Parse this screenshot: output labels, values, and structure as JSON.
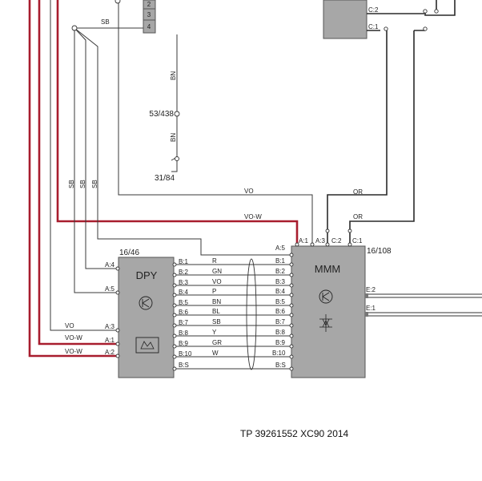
{
  "caption": "TP 39261552 XC90 2014",
  "top_terminal": {
    "labels": [
      "2",
      "3",
      "4"
    ]
  },
  "top_wire_sb": "SB",
  "ground_wire": {
    "label_top": "BN",
    "splice_ref": "53/438",
    "label_bottom": "BN",
    "ground_ref": "31/84"
  },
  "vertical_sb_labels": [
    "SB",
    "SB",
    "SB"
  ],
  "top_right_module": {
    "pins": [
      "C:2",
      "C:1"
    ]
  },
  "top_wires": {
    "vo": "VO",
    "vow": "VO-W",
    "or1": "OR",
    "or2": "OR"
  },
  "dpy": {
    "name": "DPY",
    "ref": "16/46",
    "left_pins": [
      "A:4",
      "A:5",
      "A:3",
      "A:1",
      "A:2"
    ],
    "left_wires": [
      "VO",
      "VO-W",
      "VO-W"
    ],
    "right_pins": [
      "B:1",
      "B:2",
      "B:3",
      "B:4",
      "B:5",
      "B:6",
      "B:7",
      "B:8",
      "B:9",
      "B:10",
      "B:S"
    ]
  },
  "bus_colors": [
    "R",
    "GN",
    "VO",
    "P",
    "BN",
    "BL",
    "SB",
    "Y",
    "GR",
    "W"
  ],
  "mmm": {
    "name": "MMM",
    "ref": "16/108",
    "top_pins": [
      "A:1",
      "A:3",
      "C:2",
      "C:1"
    ],
    "a5": "A:5",
    "left_pins": [
      "B:1",
      "B:2",
      "B:3",
      "B:4",
      "B:5",
      "B:6",
      "B:7",
      "B:8",
      "B:9",
      "B:10",
      "B:S"
    ],
    "right_pins": [
      "E:2",
      "E:1"
    ]
  }
}
